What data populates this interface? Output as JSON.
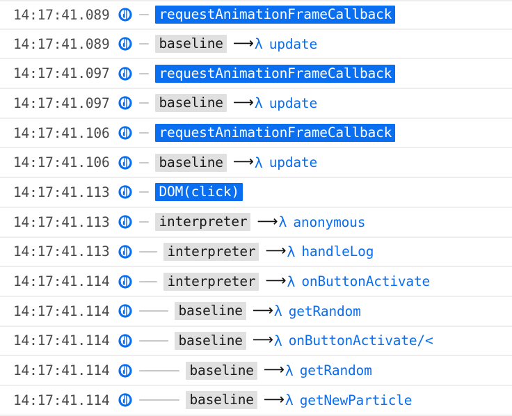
{
  "panel": {
    "name": "js-call-tree-stack-list",
    "engine_icon_name": "firefox-js-engine-icon",
    "engine_icon_color": "#0a6ef0",
    "accent_color": "#0a6ef0",
    "event_highlight_color": "#0a6ef0",
    "tier_badge_color": "#e0e0e0",
    "timestamp_color": "#4a4a4a",
    "arrow_glyph": "⟶",
    "lambda_glyph": "λ"
  },
  "rows": [
    {
      "timestamp": "14:17:41.089",
      "depth": 0,
      "kind": "event",
      "label": "requestAnimationFrameCallback",
      "arrow": "",
      "lambda": "",
      "function": ""
    },
    {
      "timestamp": "14:17:41.089",
      "depth": 0,
      "kind": "frame",
      "label": "baseline",
      "arrow": "⟶",
      "lambda": "λ",
      "function": "update"
    },
    {
      "timestamp": "14:17:41.097",
      "depth": 0,
      "kind": "event",
      "label": "requestAnimationFrameCallback",
      "arrow": "",
      "lambda": "",
      "function": ""
    },
    {
      "timestamp": "14:17:41.097",
      "depth": 0,
      "kind": "frame",
      "label": "baseline",
      "arrow": "⟶",
      "lambda": "λ",
      "function": "update"
    },
    {
      "timestamp": "14:17:41.106",
      "depth": 0,
      "kind": "event",
      "label": "requestAnimationFrameCallback",
      "arrow": "",
      "lambda": "",
      "function": ""
    },
    {
      "timestamp": "14:17:41.106",
      "depth": 0,
      "kind": "frame",
      "label": "baseline",
      "arrow": "⟶",
      "lambda": "λ",
      "function": "update"
    },
    {
      "timestamp": "14:17:41.113",
      "depth": 0,
      "kind": "event",
      "label": "DOM(click)",
      "arrow": "",
      "lambda": "",
      "function": ""
    },
    {
      "timestamp": "14:17:41.113",
      "depth": 0,
      "kind": "frame",
      "label": "interpreter",
      "arrow": "⟶",
      "lambda": "λ",
      "function": "anonymous"
    },
    {
      "timestamp": "14:17:41.113",
      "depth": 1,
      "kind": "frame",
      "label": "interpreter",
      "arrow": "⟶",
      "lambda": "λ",
      "function": "handleLog"
    },
    {
      "timestamp": "14:17:41.114",
      "depth": 1,
      "kind": "frame",
      "label": "interpreter",
      "arrow": "⟶",
      "lambda": "λ",
      "function": "onButtonActivate"
    },
    {
      "timestamp": "14:17:41.114",
      "depth": 2,
      "kind": "frame",
      "label": "baseline",
      "arrow": "⟶",
      "lambda": "λ",
      "function": "getRandom"
    },
    {
      "timestamp": "14:17:41.114",
      "depth": 2,
      "kind": "frame",
      "label": "baseline",
      "arrow": "⟶",
      "lambda": "λ",
      "function": "onButtonActivate/<"
    },
    {
      "timestamp": "14:17:41.114",
      "depth": 3,
      "kind": "frame",
      "label": "baseline",
      "arrow": "⟶",
      "lambda": "λ",
      "function": "getRandom"
    },
    {
      "timestamp": "14:17:41.114",
      "depth": 3,
      "kind": "frame",
      "label": "baseline",
      "arrow": "⟶",
      "lambda": "λ",
      "function": "getNewParticle"
    }
  ]
}
